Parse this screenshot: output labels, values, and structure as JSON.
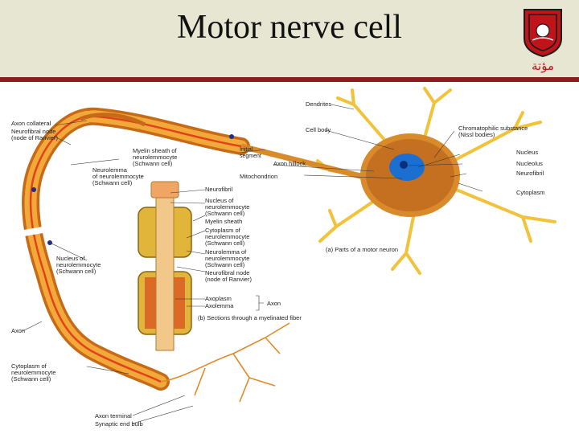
{
  "slide": {
    "title": "Motor nerve cell"
  },
  "logo": {
    "icon": "university-crest-icon",
    "arabic_text": "مؤتة",
    "colors": {
      "red": "#c0141a",
      "dark": "#1a1a1a"
    }
  },
  "diagram": {
    "labels": {
      "axon_collateral": "Axon collateral",
      "neurofibral_node_1": "Neurofibral node",
      "node_of_ranvier_1": "(node of Ranvier)",
      "dendrites": "Dendrites",
      "cell_body": "Cell body",
      "chromatophilic_1": "Chromatophilic substance",
      "chromatophilic_2": "(Nissl bodies)",
      "myelin_1": "Myelin sheath of",
      "myelin_2": "neurolemmocyte",
      "myelin_3": "(Schwann cell)",
      "initial_1": "Initial",
      "initial_2": "segment",
      "axon_hillock": "Axon hillock",
      "nucleus": "Nucleus",
      "nucleolus": "Nucleolus",
      "neurofibril_right": "Neurofibril",
      "neurolemma_1": "Neurolemma",
      "neurolemma_2": "of neurolemmocyte",
      "neurolemma_3": "(Schwann cell)",
      "mitochondrion": "Mitochondrion",
      "cytoplasm_right": "Cytoplasm",
      "neurofibril_mid": "Neurofibril",
      "nucleus_of_neuro_1": "Nucleus of",
      "nucleus_of_neuro_2": "neurolemmocyte",
      "nucleus_of_neuro_3": "(Schwann cell)",
      "myelin_sheath_mid": "Myelin sheath",
      "cyto_neuro_1": "Cytoplasm of",
      "cyto_neuro_2": "neurolemmocyte",
      "cyto_neuro_3": "(Schwann cell)",
      "neurolemma_mid_1": "Neurolemma of",
      "neurolemma_mid_2": "neurolemmocyte",
      "neurolemma_mid_3": "(Schwann cell)",
      "neurofibral_node_2": "Neurofibral node",
      "node_of_ranvier_2": "(node of Ranvier)",
      "parts_caption": "(a) Parts of a motor neuron",
      "nucleus_left_1": "Nucleus of",
      "nucleus_left_2": "neurolemmocyte",
      "nucleus_left_3": "(Schwann cell)",
      "axoplasm": "Axoplasm",
      "axolemma": "Axolemma",
      "axon_bracket": "Axon",
      "sections_caption": "(b) Sections through a myelinated fiber",
      "axon_left": "Axon",
      "cyto_left_1": "Cytoplasm of",
      "cyto_left_2": "neurolemmocyte",
      "cyto_left_3": "(Schwann cell)",
      "axon_terminal": "Axon terminal",
      "synaptic_end_bulb": "Synaptic end bulb"
    }
  }
}
